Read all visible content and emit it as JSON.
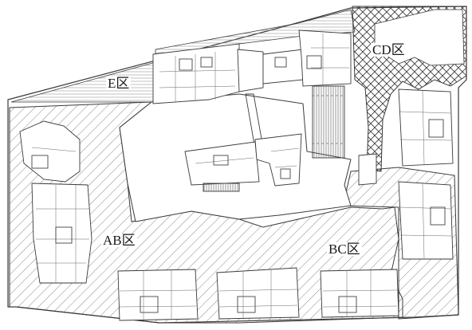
{
  "zones": {
    "e": {
      "label": "E区"
    },
    "cd": {
      "label": "CD区"
    },
    "ab": {
      "label": "AB区"
    },
    "bc": {
      "label": "BC区"
    }
  },
  "colors": {
    "line": "#3a3a3a",
    "hatch": "#6a6a6a",
    "background": "#ffffff"
  }
}
